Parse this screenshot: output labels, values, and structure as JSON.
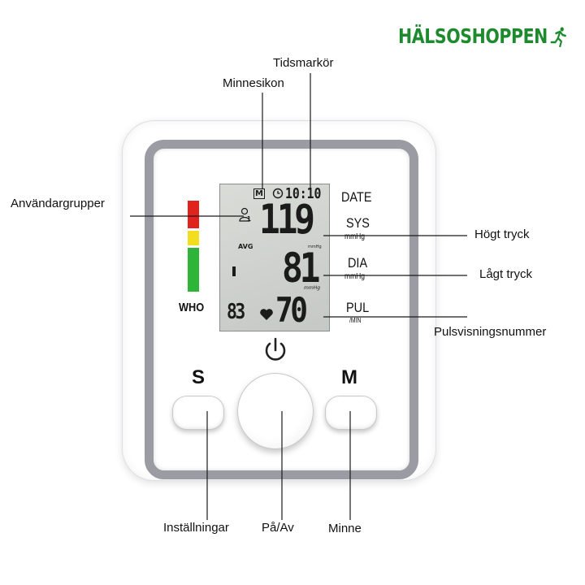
{
  "brand": {
    "name": "HÄLSOSHOPPEN",
    "color": "#1e8a2e",
    "icon": "running-person-icon"
  },
  "device": {
    "who_label": "WHO",
    "who_colors": [
      "#e0231c",
      "#f2dd1e",
      "#2fb43a"
    ],
    "buttons": {
      "left": "S",
      "right": "M",
      "power_icon": "power-icon"
    },
    "lcd": {
      "memory_badge": "M",
      "clock_icon": "clock-icon",
      "time": "10:10",
      "user_icon": "user-group-icon",
      "user_number": "1",
      "avg": "AVG",
      "systolic": "119",
      "systolic_unit": "mmHg",
      "diastolic": "81",
      "diastolic_unit": "mmHg",
      "memory_count": "83",
      "heart_icon": "heart-icon",
      "pulse": "70"
    },
    "side_labels": {
      "date": "DATE",
      "sys": "SYS",
      "sys_unit": "mmHg",
      "dia": "DIA",
      "dia_unit": "mmHg",
      "pul": "PUL",
      "pul_unit": "/MIN"
    }
  },
  "annotations": {
    "time_marker": "Tidsmarkör",
    "memory_icon": "Minnesikon",
    "user_groups": "Användargrupper",
    "high_pressure": "Högt tryck",
    "low_pressure": "Lågt tryck",
    "pulse_number": "Pulsvisningsnummer",
    "settings": "Inställningar",
    "power": "På/Av",
    "memory": "Minne"
  }
}
